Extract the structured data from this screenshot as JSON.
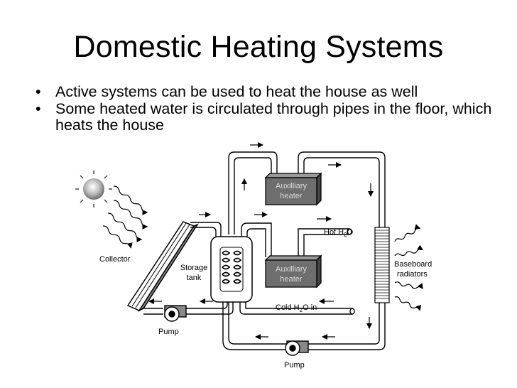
{
  "title": "Domestic Heating Systems",
  "bullets": [
    {
      "text": "Active systems can be used to heat the house as well"
    },
    {
      "text": "Some heated water is circulated through pipes in the floor, which heats the house"
    }
  ],
  "bullet_glyph": "•",
  "diagram": {
    "labels": {
      "collector": "Collector",
      "storage_line1": "Storage",
      "storage_line2": "tank",
      "aux_top_line1": "Auxilliary",
      "aux_top_line2": "heater",
      "aux_mid_line1": "Auxilliary",
      "aux_mid_line2": "heater",
      "hot_water": "Hot H",
      "hot_sub": "2",
      "hot_o": "O",
      "cold_water": "Cold H",
      "cold_sub": "2",
      "cold_o": "O  in",
      "baseboard_line1": "Baseboard",
      "baseboard_line2": "radiators",
      "pump_left": "Pump",
      "pump_bottom": "Pump"
    },
    "icons": [
      "sun-icon",
      "pump-icon",
      "arrow-icon",
      "heat-wave-icon"
    ],
    "colors": {
      "line": "#000000",
      "heater_fill": "#6e6e6e",
      "heater_label": "#d9d9d9"
    }
  }
}
